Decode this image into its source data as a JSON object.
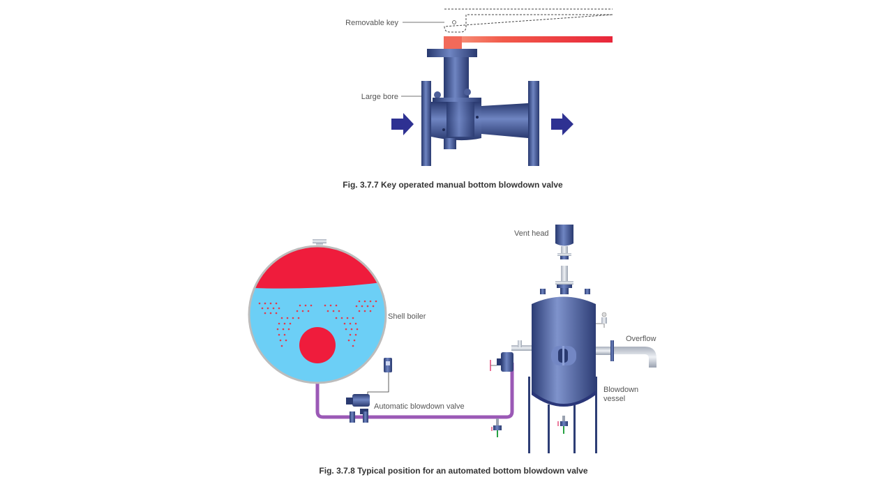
{
  "figure1": {
    "caption": "Fig. 3.7.7 Key operated manual bottom blowdown valve",
    "labels": {
      "removable_key": "Removable key",
      "large_bore": "Large bore"
    }
  },
  "figure2": {
    "caption": "Fig. 3.7.8 Typical position for an automated bottom blowdown valve",
    "labels": {
      "vent_head": "Vent head",
      "shell_boiler": "Shell boiler",
      "overflow": "Overflow",
      "automatic_blowdown_valve": "Automatic blowdown valve",
      "blowdown_vessel_line1": "Blowdown",
      "blowdown_vessel_line2": "vessel"
    }
  },
  "colors": {
    "valve_body": "#3b4f8c",
    "steam_red": "#ef1c3c",
    "water_blue": "#6ccff6",
    "pipe_purple": "#9b59b6",
    "flow_arrow": "#2e3192"
  }
}
